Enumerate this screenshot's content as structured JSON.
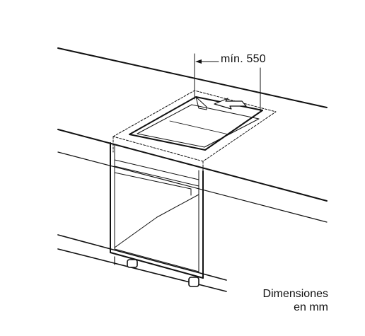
{
  "dimension": {
    "label": "mín. 550"
  },
  "units_note": {
    "line1": "Dimensiones",
    "line2": "en mm"
  }
}
